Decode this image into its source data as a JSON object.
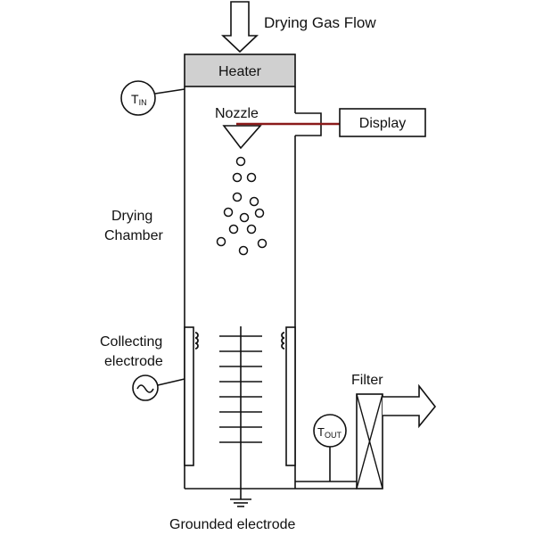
{
  "labels": {
    "drying_gas_flow": "Drying Gas Flow",
    "heater": "Heater",
    "nozzle": "Nozzle",
    "display": "Display",
    "t_in_main": "T",
    "t_in_sub": "IN",
    "drying_chamber_line1": "Drying",
    "drying_chamber_line2": "Chamber",
    "collecting_electrode_line1": "Collecting",
    "collecting_electrode_line2": "electrode",
    "filter": "Filter",
    "t_out_main": "T",
    "t_out_sub": "OUT",
    "grounded_electrode": "Grounded electrode"
  },
  "colors": {
    "line": "#111111",
    "heater_fill": "#d0d0d0",
    "probe": "#8b1a1a"
  }
}
